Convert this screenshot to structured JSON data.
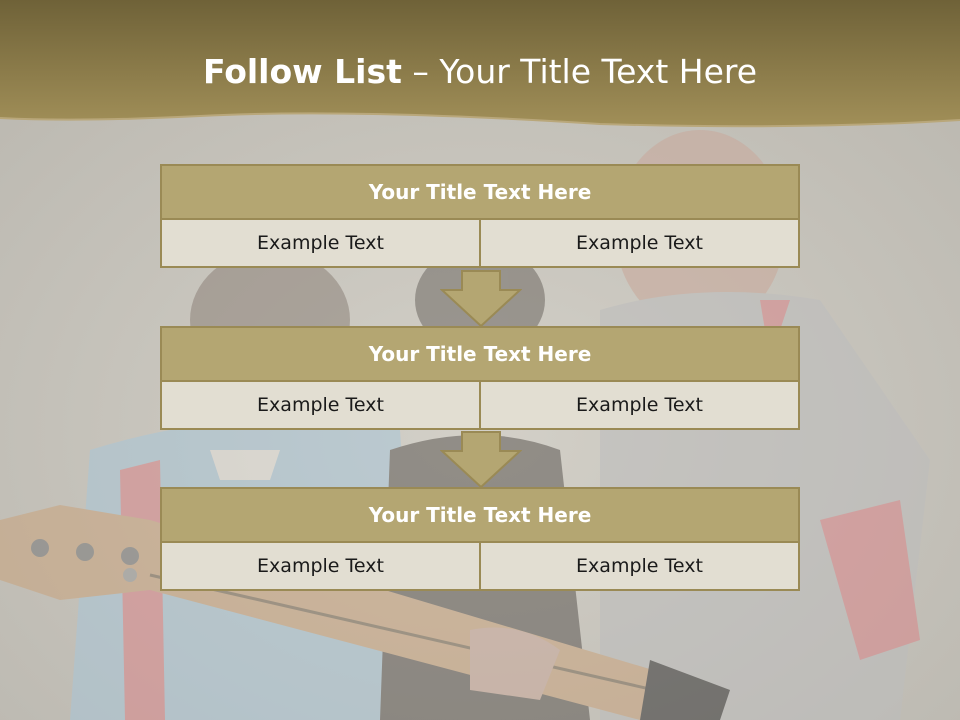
{
  "slide": {
    "title_bold": "Follow List",
    "title_rest": " – Your Title Text Here",
    "blocks": [
      {
        "title": "Your Title Text Here",
        "left": "Example Text",
        "right": "Example Text"
      },
      {
        "title": "Your Title Text Here",
        "left": "Example Text",
        "right": "Example Text"
      },
      {
        "title": "Your Title Text Here",
        "left": "Example Text",
        "right": "Example Text"
      }
    ]
  },
  "colors": {
    "header_band": "#8a7a48",
    "title_fill": "#b4a672",
    "cell_fill": "#e2ded2",
    "border": "#9a8a55"
  }
}
